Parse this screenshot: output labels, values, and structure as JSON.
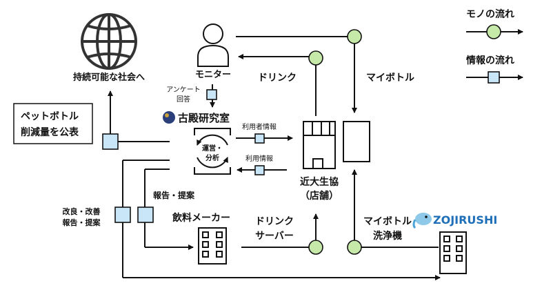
{
  "legend": {
    "goods_flow": "モノの流れ",
    "info_flow": "情報の流れ"
  },
  "nodes": {
    "society": "持続可能な社会へ",
    "pet_bottle_box": [
      "ペットボトル",
      "削減量を公表"
    ],
    "monitor": "モニター",
    "survey": [
      "アンケート",
      "回答"
    ],
    "lab": "古殿研究室",
    "operate": [
      "運営・",
      "分析"
    ],
    "coop": [
      "近大生協",
      "（店舗）"
    ],
    "beverage_maker": "飲料メーカー",
    "drink_server": [
      "ドリンク",
      "サーバー"
    ],
    "bottle_washer": [
      "マイボトル",
      "洗浄機"
    ],
    "brand": "ZOJIRUSHI"
  },
  "labels": {
    "drink_top": "ドリンク",
    "my_bottle_top": "マイボトル",
    "user_info_out": "利用者情報",
    "usage_info_in": "利用情報",
    "report_proposal": "報告・提案",
    "improve": [
      "改良・改善",
      "報告・提案"
    ]
  },
  "colors": {
    "goods_node": "#c6e8a8",
    "info_node": "#c8e6f7",
    "line": "#111111"
  }
}
